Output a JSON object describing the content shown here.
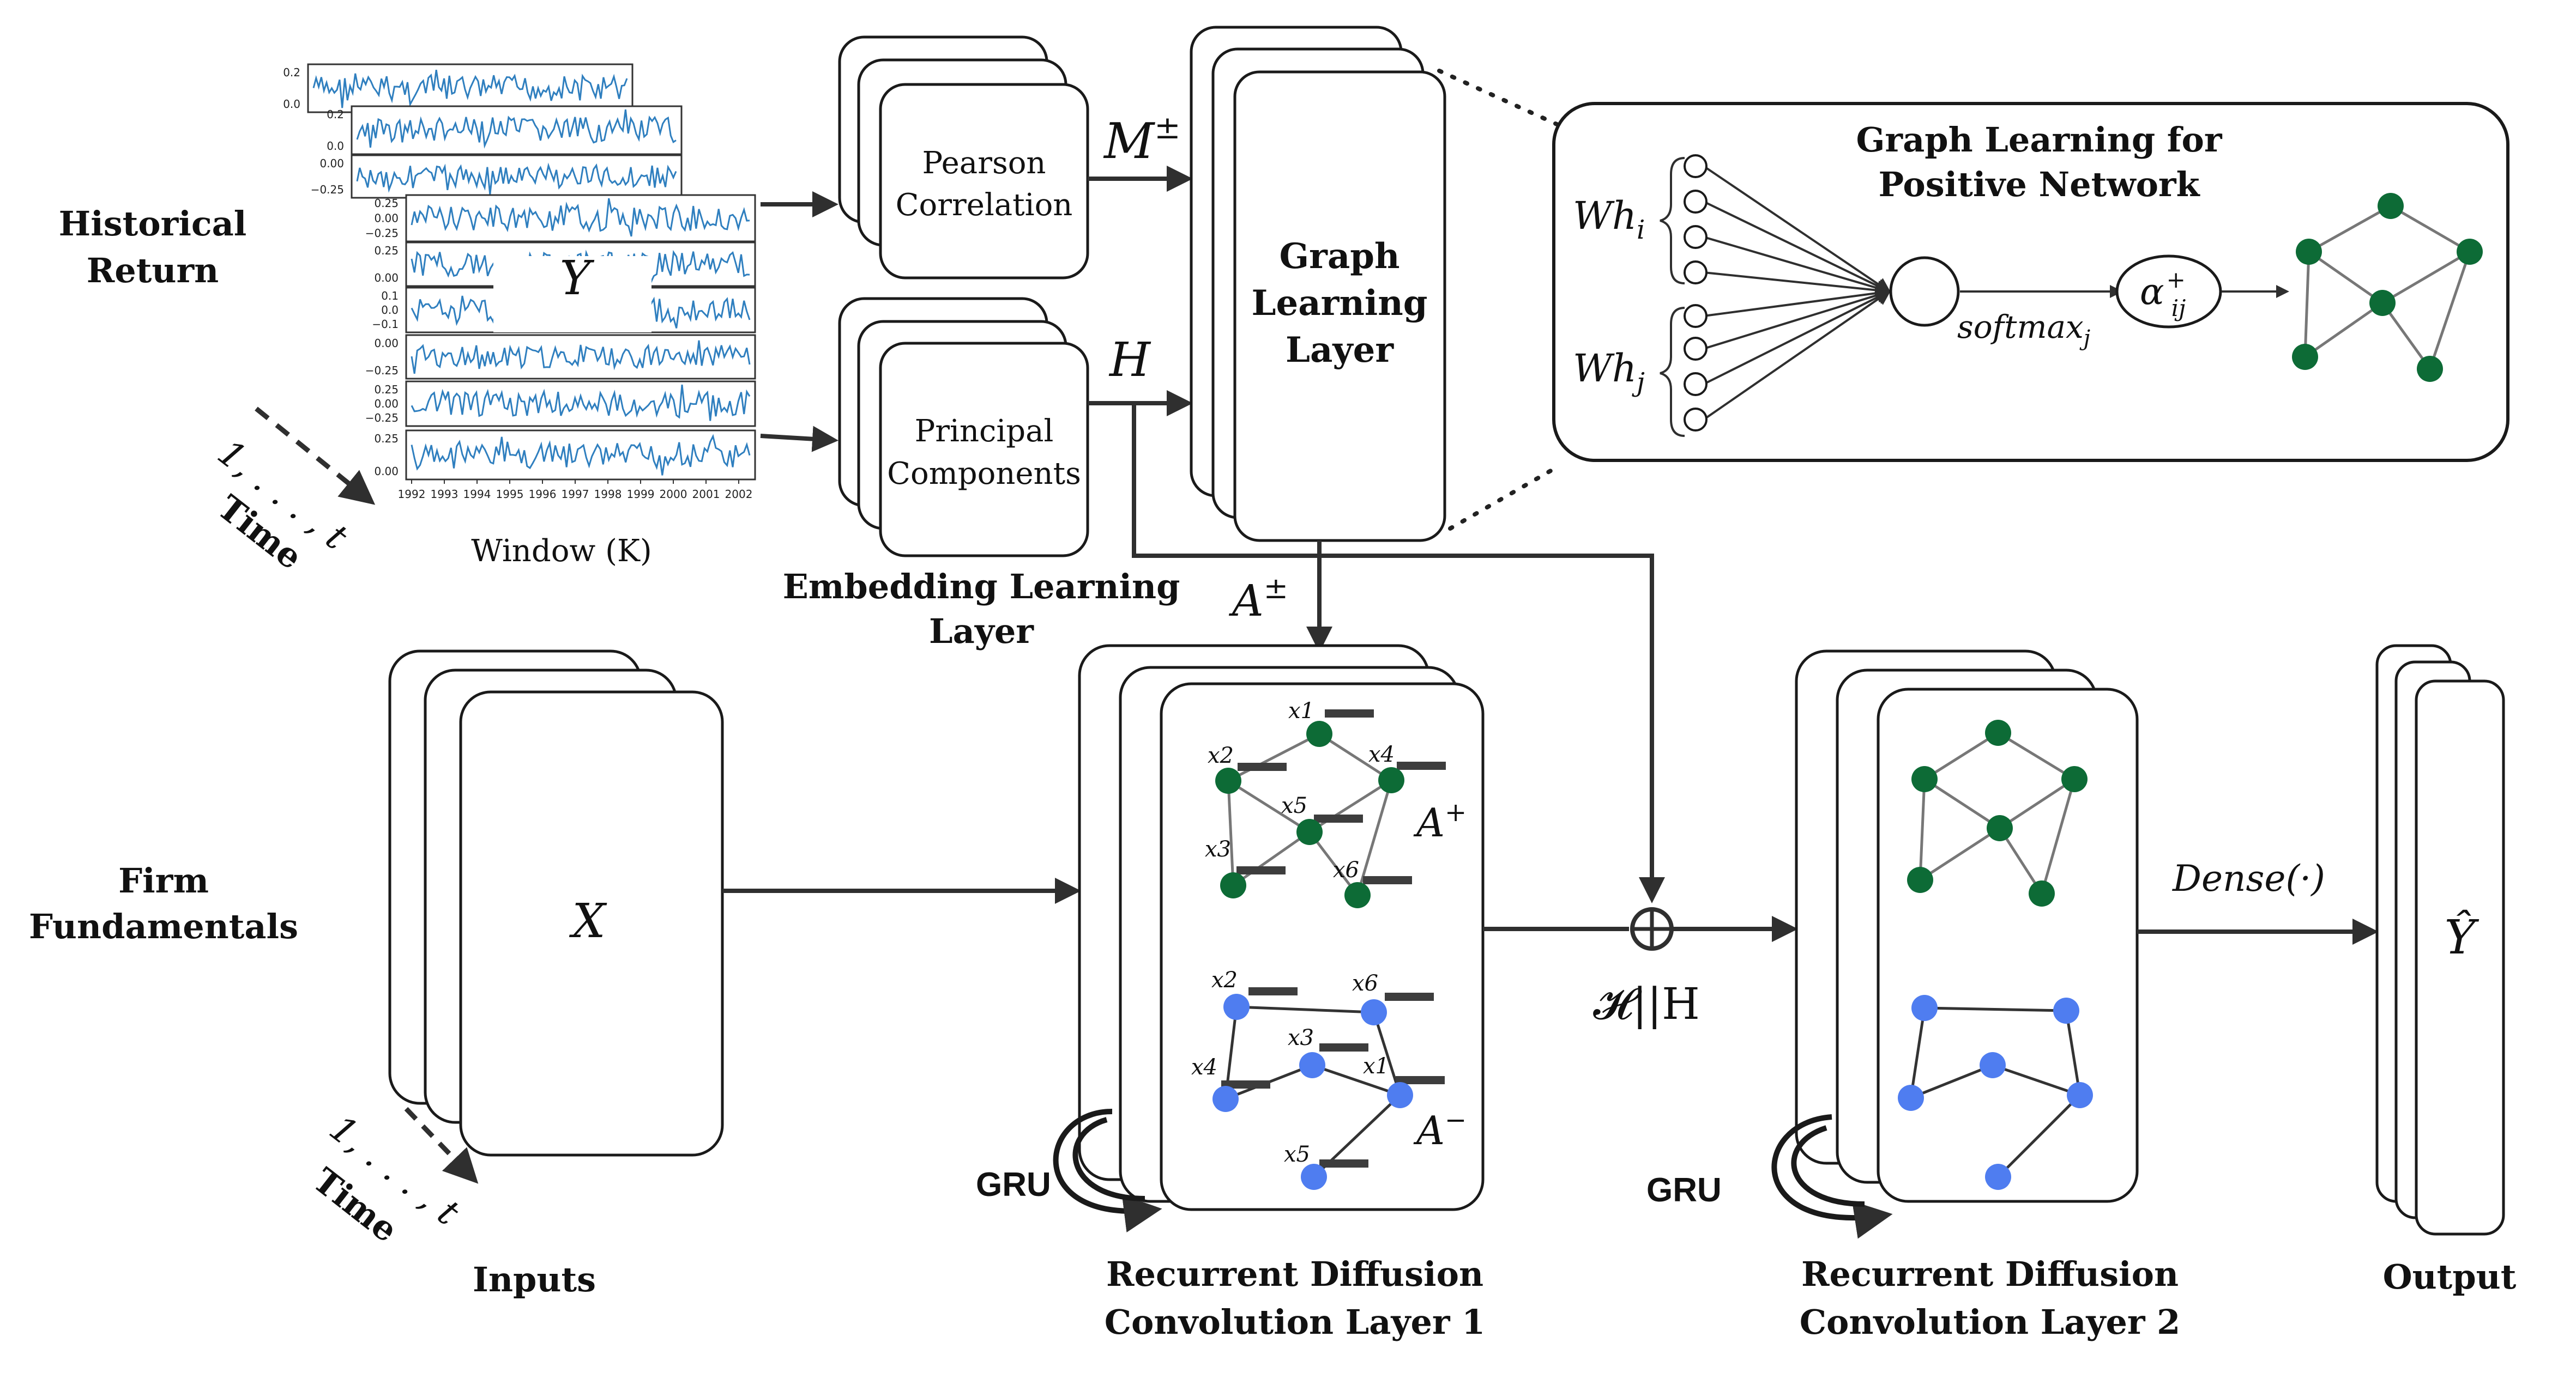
{
  "labels": {
    "historical_return": [
      "Historical",
      "Return"
    ],
    "firm_fundamentals": [
      "Firm",
      "Fundamentals"
    ],
    "time": "Time",
    "time_range": "1, . . . , t",
    "window": "Window (K)",
    "Y": "Y",
    "pearson": [
      "Pearson",
      "Correlation"
    ],
    "principal": [
      "Principal",
      "Components"
    ],
    "embedding_layer": [
      "Embedding Learning",
      "Layer"
    ],
    "graph_layer": [
      "Graph",
      "Learning",
      "Layer"
    ],
    "M": "M",
    "M_sup": "±",
    "H": "H",
    "A": "A",
    "A_sup": "±",
    "graph_learning_title": [
      "Graph Learning for",
      "Positive Network"
    ],
    "wh": "Wh",
    "wh_i_sub": "i",
    "wh_j_sub": "j",
    "softmax": "softmax",
    "softmax_sub": "j",
    "alpha": "α",
    "alpha_sup": "+",
    "alpha_sub": "ij",
    "X": "X",
    "inputs": "Inputs",
    "rdc1": [
      "Recurrent Diffusion",
      "Convolution Layer 1"
    ],
    "rdc2": [
      "Recurrent Diffusion",
      "Convolution Layer 2"
    ],
    "gru": "GRU",
    "concat": "𝓗||H",
    "dense": "Dense(·)",
    "y_hat": "Ŷ",
    "output": "Output",
    "A_plus_label": "A",
    "A_plus_sup": "+",
    "A_minus_label": "A",
    "A_minus_sup": "−"
  },
  "ts_years": [
    "1992",
    "1993",
    "1994",
    "1995",
    "1996",
    "1997",
    "1998",
    "1999",
    "2000",
    "2001",
    "2002"
  ],
  "ts_ticks": {
    "row1": [
      "0.2",
      "0.0"
    ],
    "row2": [
      "0.2",
      "0.0"
    ],
    "row3": [
      "0.00",
      "−0.25"
    ],
    "row4": [
      "0.25",
      "0.00",
      "−0.25"
    ],
    "row5": [
      "0.25",
      "0.00"
    ],
    "row6": [
      "0.1",
      "0.0",
      "−0.1"
    ],
    "row7": [
      "0.00",
      "−0.25"
    ],
    "row8": [
      "0.25",
      "0.00",
      "−0.25"
    ],
    "row9": [
      "0.25",
      "0.00"
    ]
  },
  "positive_nodes": [
    "x1",
    "x2",
    "x4",
    "x5",
    "x3",
    "x6"
  ],
  "negative_nodes": [
    "x2",
    "x6",
    "x3",
    "x4",
    "x1",
    "x5"
  ],
  "colors": {
    "positive": "#0d6b36",
    "negative": "#4f7df0",
    "series": "#2f7fbf",
    "text": "#111111"
  }
}
